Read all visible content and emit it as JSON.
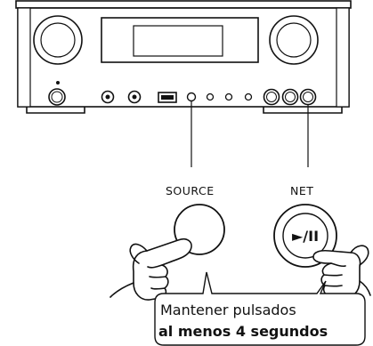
{
  "labels": {
    "source": "SOURCE",
    "net": "NET"
  },
  "button": {
    "play_pause_symbol": "►/II"
  },
  "callout": {
    "line1": "Mantener pulsados",
    "line2": "al menos 4 segundos"
  }
}
